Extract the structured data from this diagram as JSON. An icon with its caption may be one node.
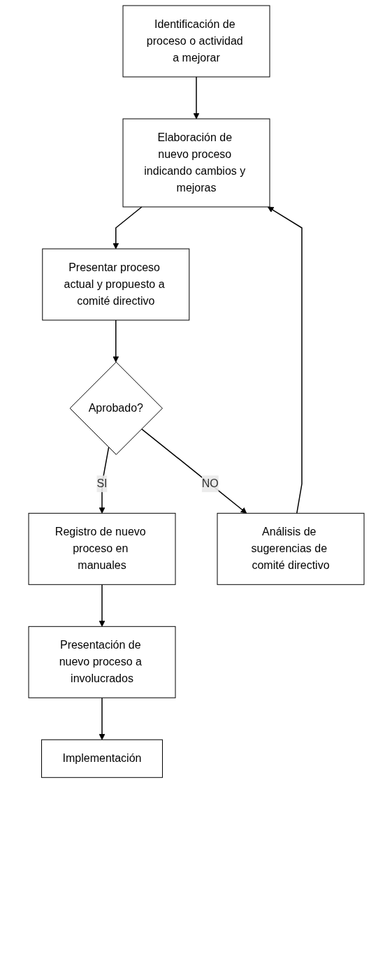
{
  "diagram": {
    "nodes": [
      {
        "text": [
          "Identificación de proceso o actividad a mejorar"
        ]
      },
      {
        "text": [
          "Elaboración de nuevo proceso indicando cambios y mejoras"
        ]
      },
      {
        "text": [
          "Presentar proceso actual y propuesto a comité directivo"
        ]
      },
      {
        "text": [
          "Aprobado?"
        ]
      },
      {
        "text": [
          "Registro de nuevo proceso en manuales"
        ]
      },
      {
        "text": [
          "Análisis de sugerencias de comité directivo"
        ]
      },
      {
        "text": [
          "Presentación de nuevo proceso a involucrados"
        ]
      },
      {
        "text": [
          "Implementación"
        ]
      }
    ],
    "edges": [
      {
        "from": 0,
        "to": 1,
        "arrow": "to"
      },
      {
        "from": 1,
        "to": 2,
        "arrow": "to"
      },
      {
        "from": 2,
        "to": 3,
        "arrow": "to"
      },
      {
        "from": 3,
        "to": 4,
        "label": "SI",
        "arrow": "to"
      },
      {
        "from": 3,
        "to": 5,
        "label": "NO",
        "arrow": "to"
      },
      {
        "from": 5,
        "to": 1,
        "arrow": "to"
      },
      {
        "from": 4,
        "to": 6,
        "arrow": "to"
      },
      {
        "from": 6,
        "to": 7,
        "arrow": "to"
      }
    ]
  }
}
